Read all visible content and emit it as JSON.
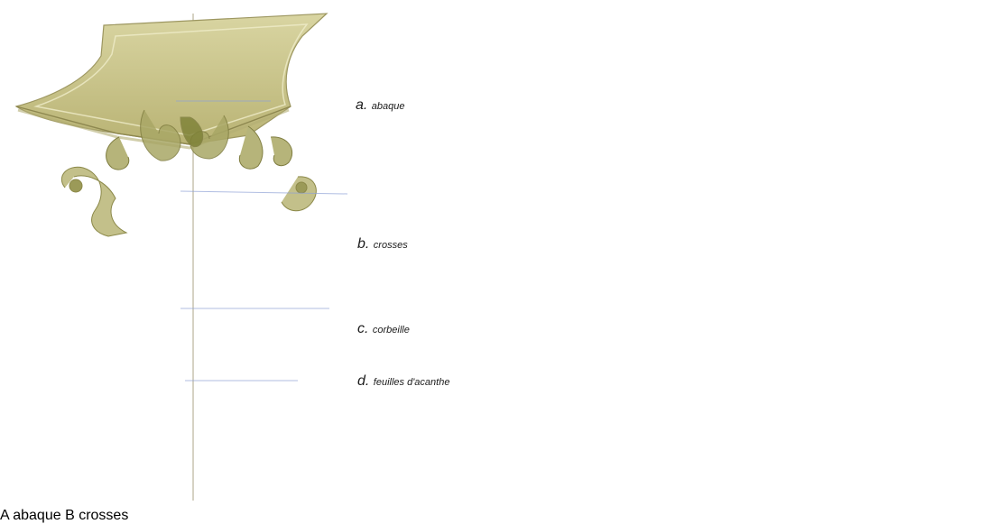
{
  "labels": [
    {
      "letter": "a.",
      "word": "abaque"
    },
    {
      "letter": "b.",
      "word": "crosses"
    },
    {
      "letter": "c.",
      "word": "corbeille"
    },
    {
      "letter": "d.",
      "word": "feuilles d'acanthe"
    }
  ],
  "ghost_labels": {
    "top": "A abaque",
    "mid": "B crosses"
  },
  "colors": {
    "olive": "#c9c48a",
    "olive_dark": "#8e8a45",
    "olive_light": "#e4e1b8",
    "green_dark": "#5f6a2a",
    "ochre": "#b0662a",
    "blue_sketch": "#7e8fc4",
    "leader": "#333333"
  }
}
